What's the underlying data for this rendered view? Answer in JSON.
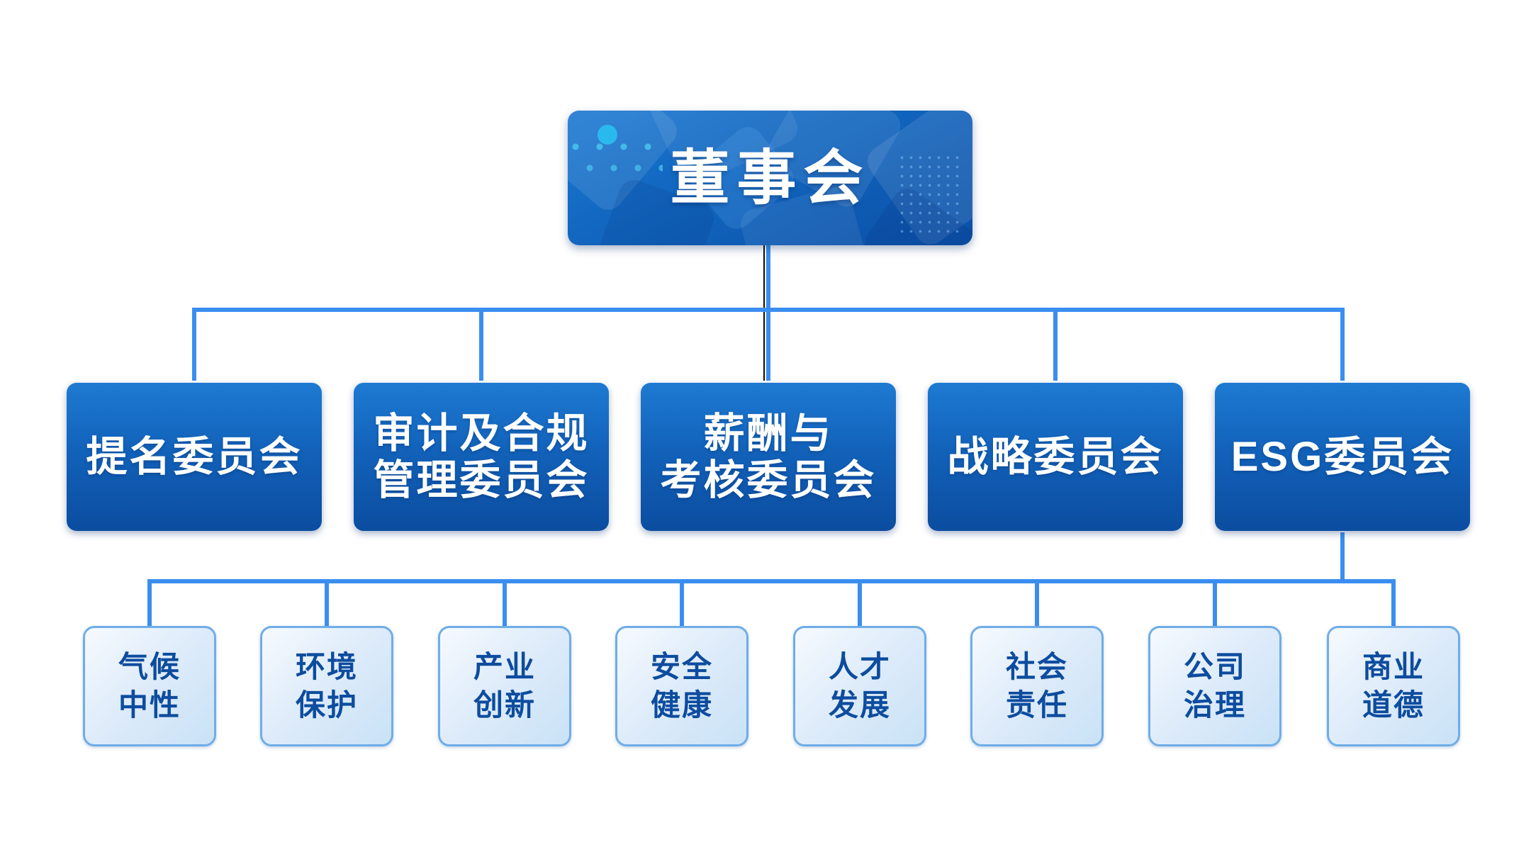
{
  "org": {
    "root": {
      "label": "董事会"
    },
    "committees": [
      {
        "label": "提名委员会"
      },
      {
        "label": "审计及合规\n管理委员会"
      },
      {
        "label": "薪酬与\n考核委员会"
      },
      {
        "label": "战略委员会"
      },
      {
        "label": "ESG委员会"
      }
    ],
    "esg_topics": [
      {
        "label": "气候\n中性"
      },
      {
        "label": "环境\n保护"
      },
      {
        "label": "产业\n创新"
      },
      {
        "label": "安全\n健康"
      },
      {
        "label": "人才\n发展"
      },
      {
        "label": "社会\n责任"
      },
      {
        "label": "公司\n治理"
      },
      {
        "label": "商业\n道德"
      }
    ],
    "colors": {
      "connector_blue": "#3b8ef0",
      "level1_gradient_start": "#1b78d2",
      "level1_gradient_end": "#0b4fa6",
      "level2_gradient_start": "#1e7ad2",
      "level2_gradient_end": "#0b4da0",
      "level3_fill_start": "#f6fafe",
      "level3_fill_end": "#c9e2f6",
      "level3_border": "#6fade7",
      "level3_text": "#0d4c9e",
      "accent_cyan_dot": "#2ab9ef",
      "background": "#ffffff"
    }
  }
}
